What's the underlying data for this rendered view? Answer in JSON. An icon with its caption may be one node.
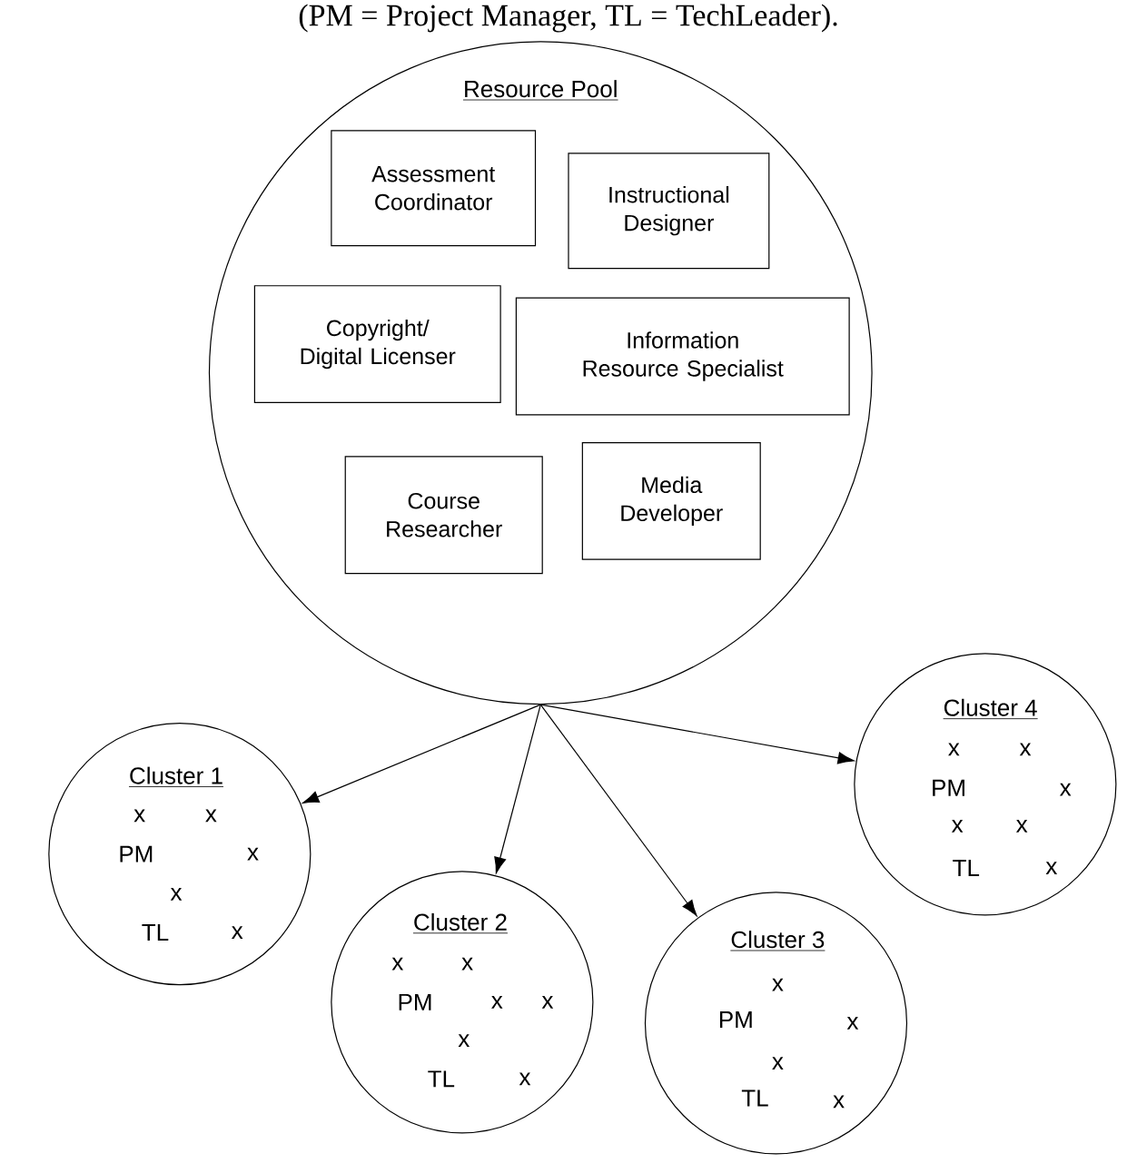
{
  "diagram": {
    "title": "(PM = Project Manager, TL = TechLeader).",
    "nodes": [
      {
        "text": [
          "Resource Pool"
        ]
      },
      {
        "text": [
          "Assessment Coordinator"
        ],
        "in": 0
      },
      {
        "text": [
          "Instructional Designer"
        ],
        "in": 0
      },
      {
        "text": [
          "Copyright/ Digital Licenser"
        ],
        "in": 0
      },
      {
        "text": [
          "Information Resource Specialist"
        ],
        "in": 0
      },
      {
        "text": [
          "Course Researcher"
        ],
        "in": 0
      },
      {
        "text": [
          "Media Developer"
        ],
        "in": 0
      },
      {
        "text": [
          "Cluster 1",
          "x",
          "x",
          "PM",
          "x",
          "x",
          "TL",
          "x"
        ]
      },
      {
        "text": [
          "Cluster 2",
          "x",
          "x",
          "PM",
          "x",
          "x",
          "x",
          "TL",
          "x"
        ]
      },
      {
        "text": [
          "Cluster 3",
          "x",
          "PM",
          "x",
          "x",
          "TL",
          "x"
        ]
      },
      {
        "text": [
          "Cluster 4",
          "x",
          "x",
          "PM",
          "x",
          "x",
          "x",
          "TL",
          "x"
        ]
      }
    ],
    "edges": [
      {
        "from": 0,
        "to": 7,
        "arrow": "to"
      },
      {
        "from": 0,
        "to": 8,
        "arrow": "to"
      },
      {
        "from": 0,
        "to": 9,
        "arrow": "to"
      },
      {
        "from": 0,
        "to": 10,
        "arrow": "to"
      }
    ]
  }
}
